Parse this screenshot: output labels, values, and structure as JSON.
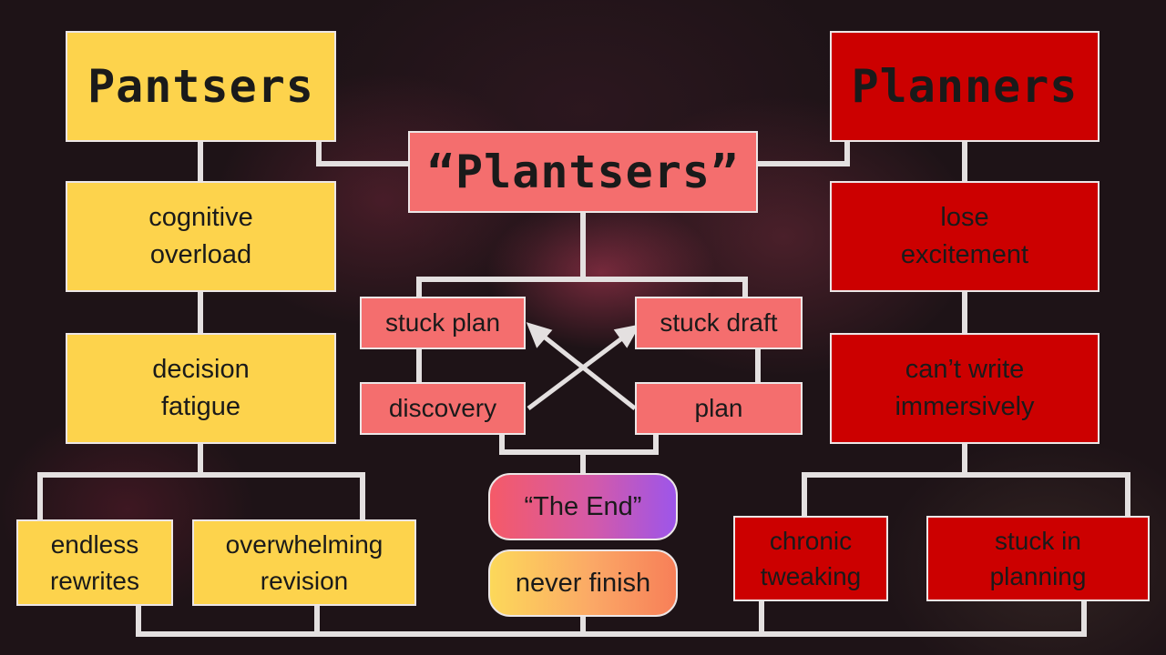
{
  "pantsers": {
    "title": "Pantsers",
    "items": [
      "cognitive\noverload",
      "decision\nfatigue"
    ],
    "leaves": [
      "endless\nrewrites",
      "overwhelming\nrevision"
    ]
  },
  "plantsers": {
    "title": "“Plantsers”",
    "stuck_plan": "stuck plan",
    "stuck_draft": "stuck draft",
    "discovery": "discovery",
    "plan": "plan"
  },
  "planners": {
    "title": "Planners",
    "items": [
      "lose\nexcitement",
      "can’t write\nimmersively"
    ],
    "leaves": [
      "chronic\ntweaking",
      "stuck in\nplanning"
    ]
  },
  "outcomes": {
    "the_end": "“The End”",
    "never_finish": "never finish"
  },
  "colors": {
    "pantsers": "#fdd34c",
    "planners": "#cc0000",
    "plantsers": "#f46e6e",
    "connector": "#e4e0e0"
  }
}
